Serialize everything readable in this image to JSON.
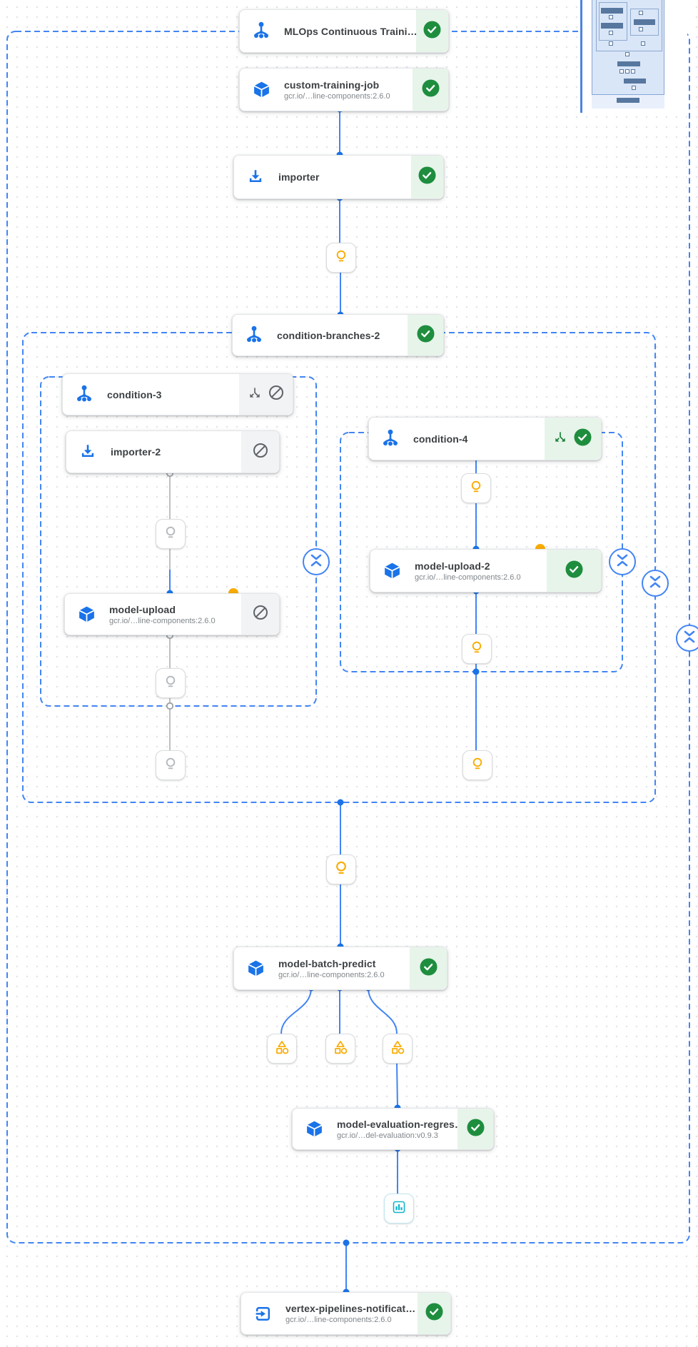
{
  "palette": {
    "edge_blue": "#4285f4",
    "edge_gray": "#bdc1c6",
    "icon_blue": "#1a73e8",
    "success_green": "#1e8e3e",
    "success_bg": "#e7f4ea",
    "skipped_bg": "#f1f3f4",
    "skipped_icon_gray": "#5f6368",
    "artifact_amber": "#f9ab00",
    "metrics_teal": "#12b5cb"
  },
  "nodes": {
    "mlops": {
      "title": "MLOps Continuous Traini…",
      "icon": "pipeline-icon",
      "status": "succeeded"
    },
    "custom_training_job": {
      "title": "custom-training-job",
      "subtitle": "gcr.io/…line-components:2.6.0",
      "icon": "cube-icon",
      "status": "succeeded"
    },
    "importer": {
      "title": "importer",
      "icon": "import-icon",
      "status": "succeeded"
    },
    "condition_branches_2": {
      "title": "condition-branches-2",
      "icon": "pipeline-icon",
      "status": "succeeded"
    },
    "condition_3": {
      "title": "condition-3",
      "icon": "pipeline-icon",
      "status": "skipped"
    },
    "importer_2": {
      "title": "importer-2",
      "icon": "import-icon",
      "status": "skipped"
    },
    "model_upload": {
      "title": "model-upload",
      "subtitle": "gcr.io/…line-components:2.6.0",
      "icon": "cube-icon",
      "status": "skipped"
    },
    "condition_4": {
      "title": "condition-4",
      "icon": "pipeline-icon",
      "status": "succeeded"
    },
    "model_upload_2": {
      "title": "model-upload-2",
      "subtitle": "gcr.io/…line-components:2.6.0",
      "icon": "cube-icon",
      "status": "succeeded"
    },
    "model_batch_predict": {
      "title": "model-batch-predict",
      "subtitle": "gcr.io/…line-components:2.6.0",
      "icon": "cube-icon",
      "status": "succeeded"
    },
    "model_evaluation_regression": {
      "title": "model-evaluation-regres…",
      "subtitle": "gcr.io/…del-evaluation:v0.9.3",
      "icon": "cube-icon",
      "status": "succeeded"
    },
    "vertex_pipelines_notification": {
      "title": "vertex-pipelines-notificat…",
      "subtitle": "gcr.io/…line-components:2.6.0",
      "icon": "exit-icon",
      "status": "succeeded"
    }
  },
  "artifacts": [
    {
      "kind": "lightbulb",
      "state": "executed",
      "position": "below-importer"
    },
    {
      "kind": "lightbulb",
      "state": "skipped",
      "position": "below-importer-2"
    },
    {
      "kind": "lightbulb",
      "state": "skipped",
      "position": "below-model-upload"
    },
    {
      "kind": "lightbulb",
      "state": "skipped",
      "position": "below-condition-3-scope"
    },
    {
      "kind": "lightbulb",
      "state": "executed",
      "position": "below-condition-4"
    },
    {
      "kind": "lightbulb",
      "state": "executed",
      "position": "below-model-upload-2"
    },
    {
      "kind": "lightbulb",
      "state": "executed",
      "position": "below-condition-4-scope"
    },
    {
      "kind": "lightbulb",
      "state": "executed",
      "position": "below-condition-branches-2-scope"
    },
    {
      "kind": "category",
      "state": "executed",
      "position": "batch-predict-output-1"
    },
    {
      "kind": "category",
      "state": "executed",
      "position": "batch-predict-output-2"
    },
    {
      "kind": "category",
      "state": "executed",
      "position": "batch-predict-output-3"
    },
    {
      "kind": "metrics",
      "state": "executed",
      "position": "below-model-evaluation"
    }
  ],
  "groups": [
    {
      "name": "pipeline-root-scope",
      "collapse_button": true
    },
    {
      "name": "condition-branches-2-scope",
      "collapse_button": true
    },
    {
      "name": "condition-3-scope",
      "collapse_button": true
    },
    {
      "name": "condition-4-scope",
      "collapse_button": true
    }
  ],
  "minimap": {
    "present": true,
    "viewport": "top"
  }
}
